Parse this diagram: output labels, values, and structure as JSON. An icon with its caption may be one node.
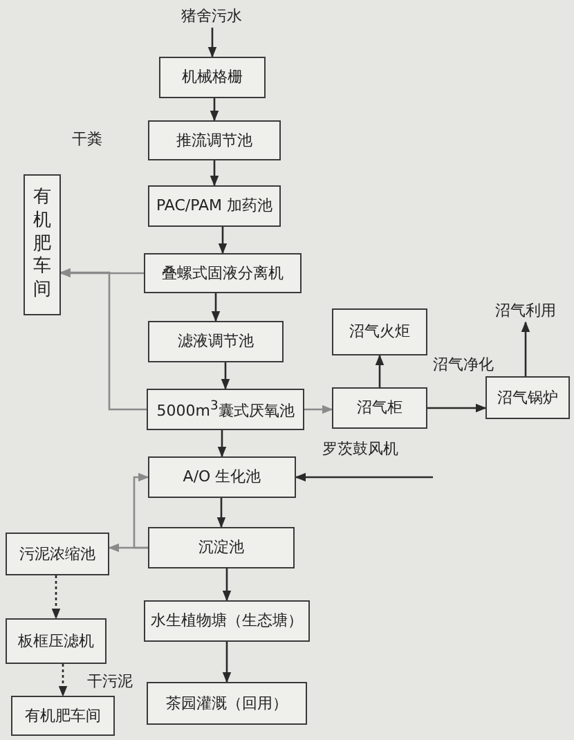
{
  "diagram": {
    "nodes": [
      {
        "text": [
          "猪舍污水"
        ]
      },
      {
        "text": [
          "机械格栅"
        ]
      },
      {
        "text": [
          "推流调节池"
        ]
      },
      {
        "text": [
          "PAC/PAM 加药池"
        ]
      },
      {
        "text": [
          "有机肥车间"
        ]
      },
      {
        "text": [
          "叠螺式固液分离机"
        ]
      },
      {
        "text": [
          "滤液调节池"
        ]
      },
      {
        "text": [
          "沼气利用"
        ]
      },
      {
        "text": [
          "沼气火炬"
        ]
      },
      {
        "text": [
          "5000m$^{3}$囊式厌氧池"
        ]
      },
      {
        "text": [
          "沼气柜"
        ]
      },
      {
        "text": [
          "沼气锅炉"
        ]
      },
      {
        "text": [
          "A/O 生化池"
        ]
      },
      {
        "text": [
          "污泥浓缩池"
        ]
      },
      {
        "text": [
          "沉淀池"
        ]
      },
      {
        "text": [
          "水生植物塘（生态塘）"
        ]
      },
      {
        "text": [
          "板框压滤机"
        ]
      },
      {
        "text": [
          "茶园灌溉（回用）"
        ]
      },
      {
        "text": [
          "有机肥车间"
        ]
      }
    ],
    "edges": [
      {
        "from": 0,
        "to": 1,
        "arrow": "to"
      },
      {
        "from": 1,
        "to": 2,
        "arrow": "to"
      },
      {
        "from": 2,
        "to": 3,
        "arrow": "to"
      },
      {
        "from": 3,
        "to": 5,
        "arrow": "to"
      },
      {
        "from": 5,
        "to": 4,
        "arrow": "to",
        "color": "#8a8a8a"
      },
      {
        "from": 5,
        "to": 6,
        "arrow": "to"
      },
      {
        "from": 6,
        "to": 9,
        "arrow": "to"
      },
      {
        "from": 9,
        "to": 10,
        "arrow": "to",
        "color": "#8a8a8a"
      },
      {
        "from": 10,
        "to": 8,
        "arrow": "to"
      },
      {
        "from": 10,
        "to": 11,
        "arrow": "to",
        "label": "沼气净化"
      },
      {
        "from": 11,
        "to": 7,
        "arrow": "to"
      },
      {
        "from": null,
        "to": 12,
        "arrow": "to",
        "label": "罗茨鼓风机"
      },
      {
        "from": 9,
        "to": 12,
        "arrow": "to"
      },
      {
        "from": 12,
        "to": 14,
        "arrow": "to"
      },
      {
        "from": 14,
        "to": 13,
        "arrow": "to",
        "color": "#8a8a8a"
      },
      {
        "from": 14,
        "to": 12,
        "arrow": "to",
        "color": "#8a8a8a"
      },
      {
        "from": 13,
        "to": 16,
        "arrow": "to",
        "style": "dashed"
      },
      {
        "from": 16,
        "to": 18,
        "arrow": "to",
        "style": "dashed",
        "label": "干污泥"
      },
      {
        "from": 14,
        "to": 15,
        "arrow": "to"
      },
      {
        "from": 15,
        "to": 17,
        "arrow": "to"
      },
      {
        "from": 9,
        "to": 4,
        "arrow": "to",
        "color": "#8a8a8a"
      }
    ],
    "labels": [
      "干粪"
    ]
  }
}
